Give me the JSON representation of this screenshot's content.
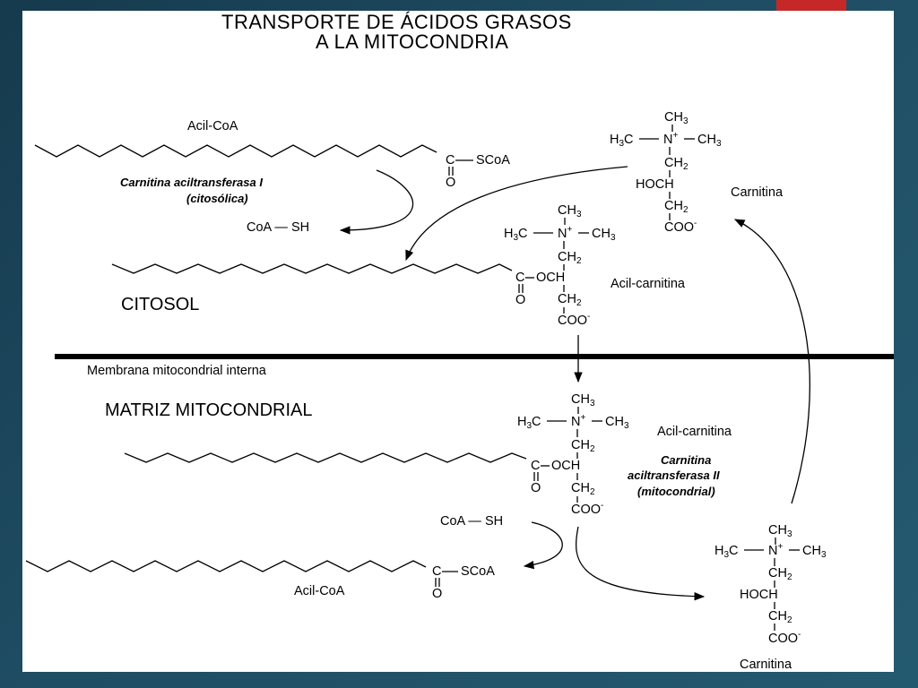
{
  "accent_color": "#c62828",
  "slide": {
    "title_line1": "TRANSPORTE DE ÁCIDOS GRASOS",
    "title_line2": "A LA MITOCONDRIA",
    "acyl_coa_top": "Acil-CoA",
    "enzyme1_line1": "Carnitina aciltransferasa I",
    "enzyme1_line2": "(citosólica)",
    "coash_top": "CoA — SH",
    "carnitina_top": "Carnitina",
    "acilcarnitina_top": "Acil-carnitina",
    "citosol": "CITOSOL",
    "membrane_label": "Membrana mitocondrial interna",
    "matriz": "MATRIZ MITOCONDRIAL",
    "acilcarnitina_bottom": "Acil-carnitina",
    "enzyme2_line1": "Carnitina",
    "enzyme2_line2": "aciltransferasa II",
    "enzyme2_line3": "(mitocondrial)",
    "coash_bottom": "CoA — SH",
    "acyl_coa_bottom": "Acil-CoA",
    "carnitina_bottom": "Carnitina"
  }
}
